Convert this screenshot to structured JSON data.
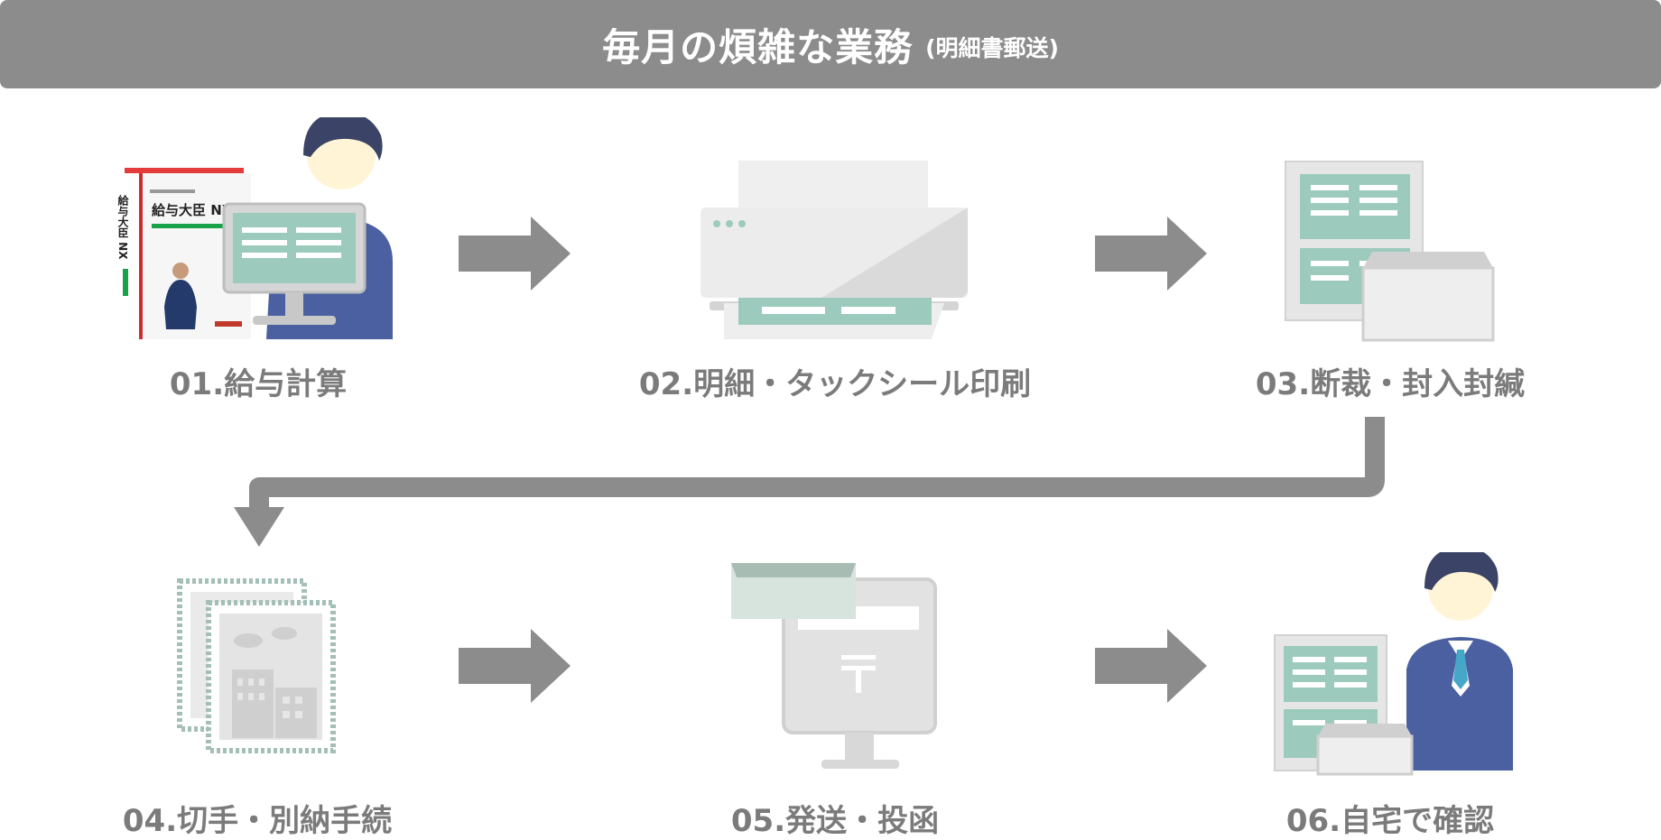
{
  "banner": {
    "title": "毎月の煩雑な業務",
    "subtitle": "(明細書郵送)"
  },
  "steps": [
    {
      "label": "01.給与計算"
    },
    {
      "label": "02.明細・タックシール印刷"
    },
    {
      "label": "03.断裁・封入封緘"
    },
    {
      "label": "04.切手・別納手続"
    },
    {
      "label": "05.発送・投函"
    },
    {
      "label": "06.自宅で確認"
    }
  ],
  "software_box": {
    "product_name": "給与大臣 NX",
    "side_text": "給与大臣 NX"
  },
  "colors": {
    "banner": "#8c8c8c",
    "arrow": "#8c8c8c",
    "accent_teal": "#9ccabc",
    "label_gray": "#7b7b7b",
    "suit_blue": "#4a60a1"
  }
}
